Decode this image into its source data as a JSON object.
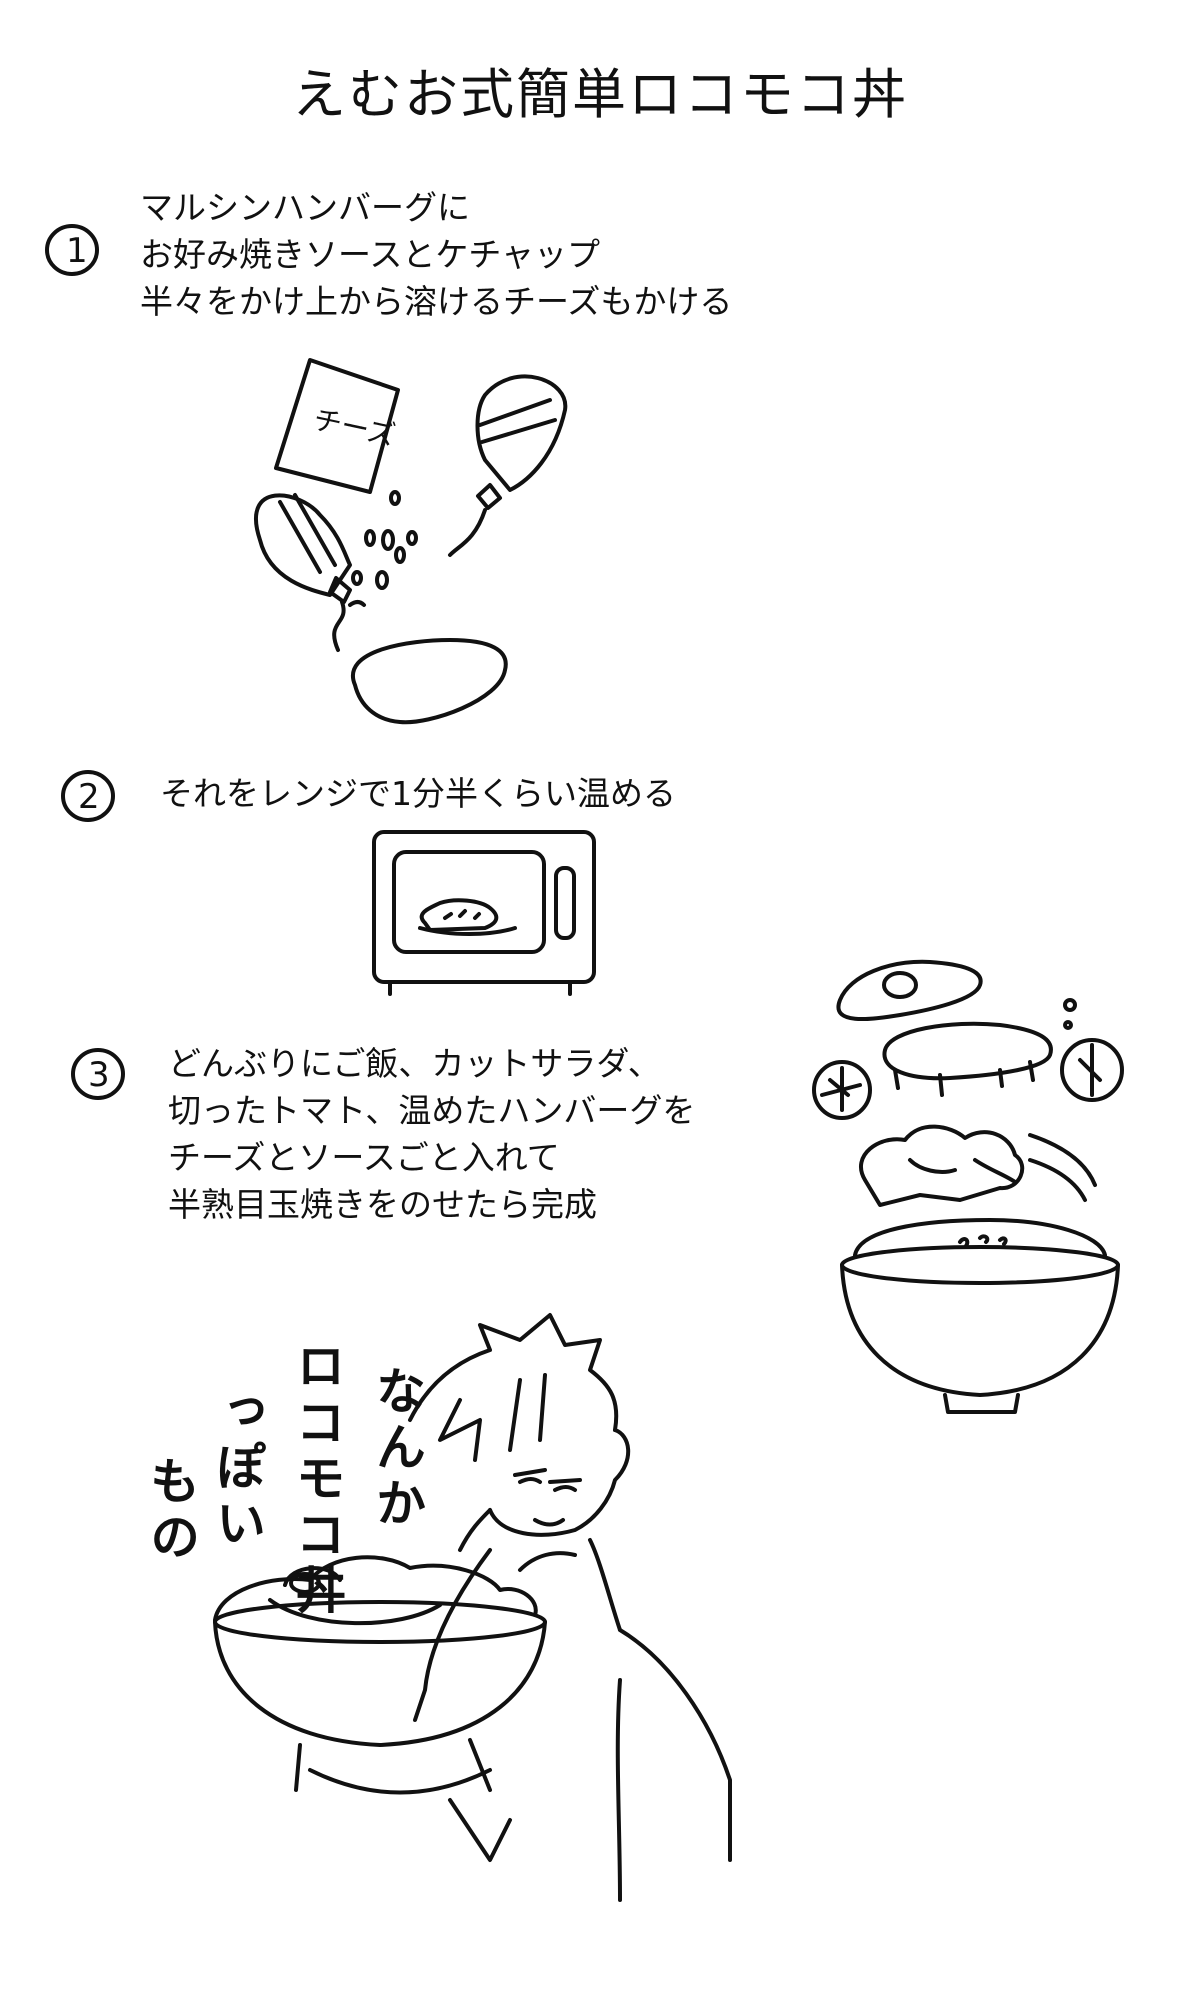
{
  "title": "えむお式簡単ロコモコ丼",
  "steps": [
    {
      "number": "1",
      "lines": [
        "マルシンハンバーグに",
        "お好み焼きソースとケチャップ",
        "半々をかけ上から溶けるチーズもかける"
      ]
    },
    {
      "number": "2",
      "lines": [
        "それをレンジで1分半くらい温める"
      ]
    },
    {
      "number": "3",
      "lines": [
        "どんぶりにご飯、カットサラダ、",
        "切ったトマト、温めたハンバーグを",
        "チーズとソースごと入れて",
        "半熟目玉焼きをのせたら完成"
      ]
    }
  ],
  "cheese_bag_label": "チーズ",
  "speech": {
    "col1": "なんか",
    "col2": "ロコモコ丼",
    "col3": "っぽい",
    "col4": "もの"
  }
}
